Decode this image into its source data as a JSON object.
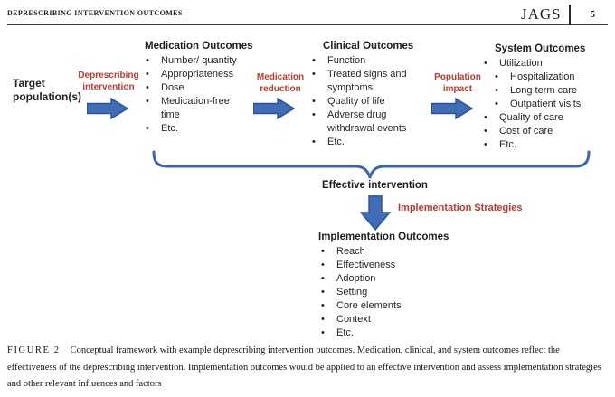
{
  "header": {
    "running_title": "DEPRESCRIBING INTERVENTION OUTCOMES",
    "journal_logo": "JAGS",
    "page_number": "5"
  },
  "glyphs": {
    "bullet": "•"
  },
  "figure": {
    "target_population": "Target population(s)",
    "flow_labels": {
      "step1": "Deprescribing intervention",
      "step2": "Medication reduction",
      "step3": "Population impact",
      "implementation": "Implementation Strategies"
    },
    "medication": {
      "heading": "Medication Outcomes",
      "items": [
        "Number/ quantity",
        "Appropriateness",
        "Dose",
        "Medication-free time",
        "Etc."
      ]
    },
    "clinical": {
      "heading": "Clinical Outcomes",
      "items": [
        "Function",
        "Treated signs and symptoms",
        "Quality of life",
        "Adverse drug withdrawal events",
        "Etc."
      ]
    },
    "system": {
      "heading": "System Outcomes",
      "items": [
        {
          "text": "Utilization",
          "level": 1
        },
        {
          "text": "Hospitalization",
          "level": 2
        },
        {
          "text": "Long term care",
          "level": 2
        },
        {
          "text": "Outpatient visits",
          "level": 2
        },
        {
          "text": "Quality of care",
          "level": 1
        },
        {
          "text": "Cost of care",
          "level": 1
        },
        {
          "text": "Etc.",
          "level": 1
        }
      ]
    },
    "effective_intervention": "Effective intervention",
    "implementation_outcomes": {
      "heading": "Implementation Outcomes",
      "items": [
        "Reach",
        "Effectiveness",
        "Adoption",
        "Setting",
        "Core elements",
        "Context",
        "Etc."
      ]
    }
  },
  "caption": {
    "label": "FIGURE 2",
    "text": "Conceptual framework with example deprescribing intervention outcomes. Medication, clinical, and system outcomes reflect the effectiveness of the deprescribing intervention. Implementation outcomes would be applied to an effective intervention and assess implementation strategies and other relevant influences and factors"
  },
  "colors": {
    "accent_red": "#c0392b",
    "arrow_fill": "#3f6db8",
    "arrow_border": "#2a5191",
    "brace": "#3a66b0"
  }
}
